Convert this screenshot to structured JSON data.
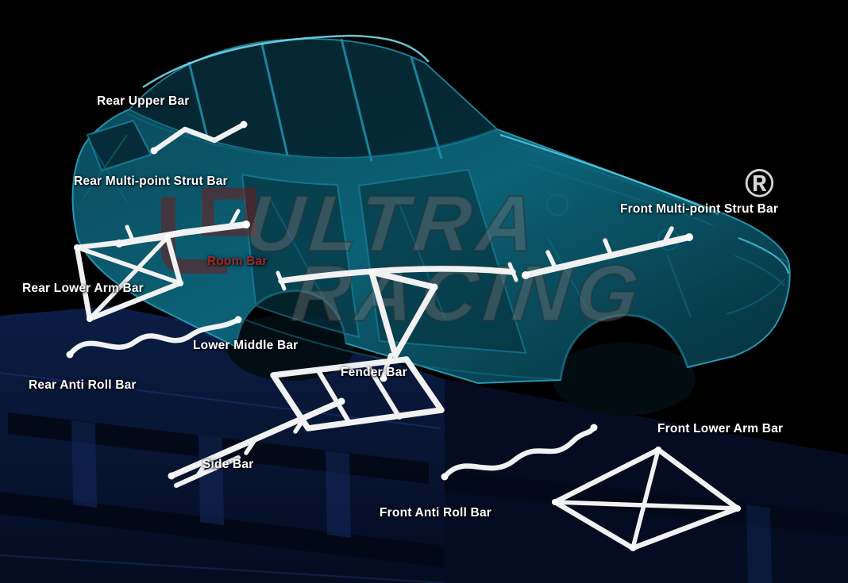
{
  "diagram": {
    "labels": [
      {
        "id": "rear-upper-bar",
        "text": "Rear Upper Bar"
      },
      {
        "id": "rear-multi-point-strut-bar",
        "text": "Rear Multi-point Strut Bar"
      },
      {
        "id": "front-multi-point-strut-bar",
        "text": "Front Multi-point Strut Bar"
      },
      {
        "id": "room-bar",
        "text": "Room Bar"
      },
      {
        "id": "rear-lower-arm-bar",
        "text": "Rear Lower Arm Bar"
      },
      {
        "id": "lower-middle-bar",
        "text": "Lower Middle Bar"
      },
      {
        "id": "fender-bar",
        "text": "Fender Bar"
      },
      {
        "id": "rear-anti-roll-bar",
        "text": "Rear Anti Roll Bar"
      },
      {
        "id": "front-lower-arm-bar",
        "text": "Front Lower Arm Bar"
      },
      {
        "id": "side-bar",
        "text": "Side Bar"
      },
      {
        "id": "front-anti-roll-bar",
        "text": "Front Anti Roll Bar"
      }
    ],
    "watermark": {
      "line1": "ULTRA",
      "line2": "RACING",
      "logo": "UR",
      "registered": "®"
    },
    "colors": {
      "background": "#000000",
      "car_teal": "#0d6a80",
      "car_teal_light": "#2aa3bf",
      "bar_white": "#f1f1f1",
      "label_white": "#ffffff",
      "room_bar_label": "#9c2b2b",
      "floor_navy": "#0a1a3e",
      "watermark_gray": "#737373",
      "logo_red": "#7c1616"
    }
  }
}
